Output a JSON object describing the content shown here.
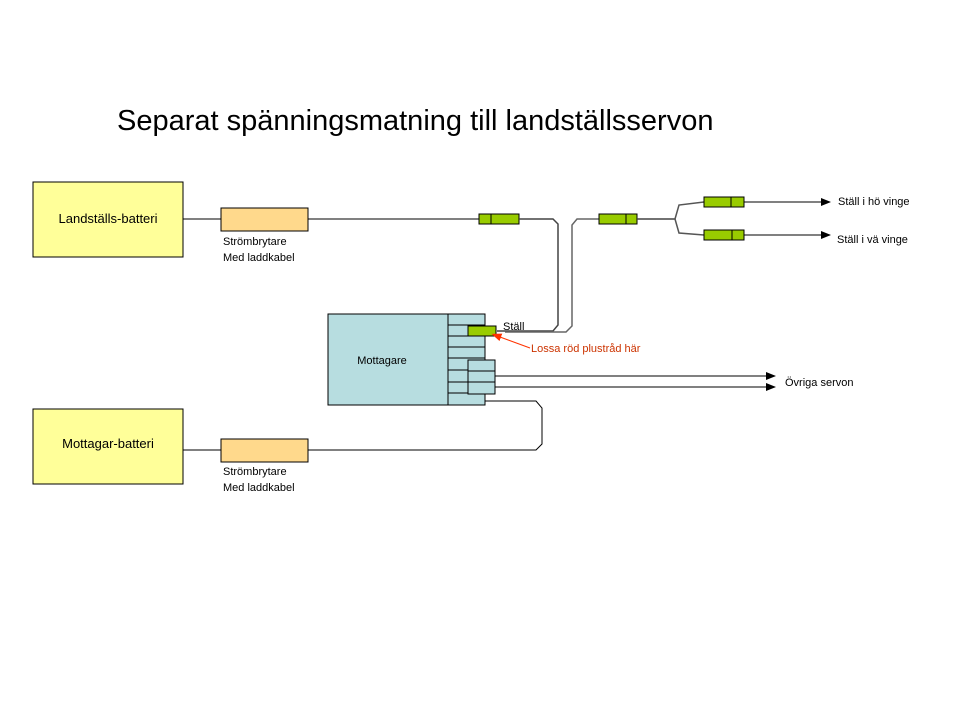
{
  "title": "Separat spänningsmatning till landställsservon",
  "colors": {
    "battery_fill": "#ffff99",
    "switch_fill": "#ffd98c",
    "connector_fill": "#99cc00",
    "receiver_fill": "#b7dde0",
    "annotation": "#ff3300",
    "annotation_text": "#cc3300",
    "wire": "#000000",
    "wire_gray": "#666666"
  },
  "batteries": {
    "landstall": "Landställs-batteri",
    "mottagar": "Mottagar-batteri"
  },
  "switches": {
    "top": {
      "line1": "Strömbrytare",
      "line2": "Med laddkabel"
    },
    "bottom": {
      "line1": "Strömbrytare",
      "line2": "Med laddkabel"
    }
  },
  "receiver": {
    "label": "Mottagare",
    "port_label": "Ställ"
  },
  "annotation": "Lossa röd plustråd här",
  "outputs": {
    "right_wing": "Ställ i hö vinge",
    "left_wing": "Ställ i vä vinge",
    "other": "Övriga servon"
  }
}
